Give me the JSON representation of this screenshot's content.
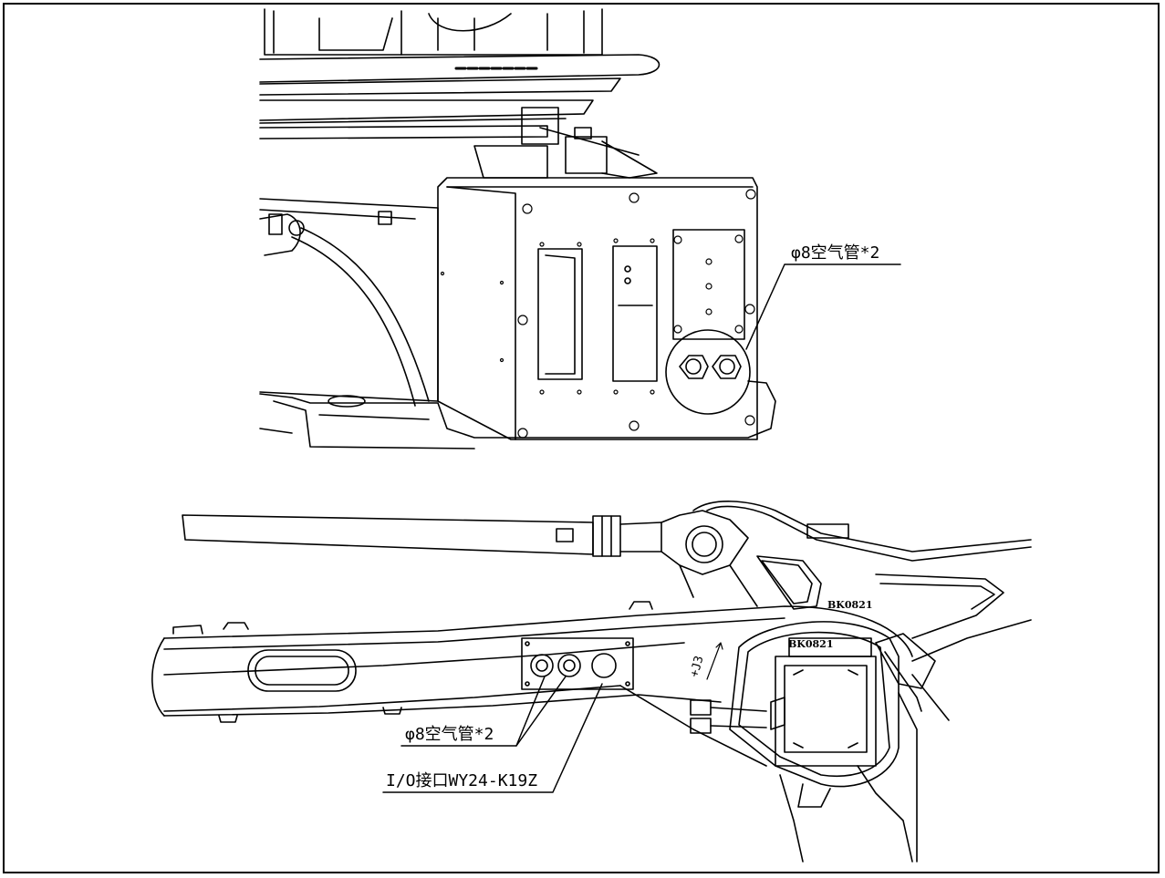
{
  "figure": {
    "labels": {
      "air_tube_top": "φ8空气管*2",
      "air_tube_bottom": "φ8空气管*2",
      "io_interface": "I/O接口WY24-K19Z"
    },
    "motor_marks": [
      "BK0821",
      "BK0821"
    ],
    "axis_mark": "+J3"
  },
  "colors": {
    "line": "#000000",
    "background": "#ffffff"
  }
}
